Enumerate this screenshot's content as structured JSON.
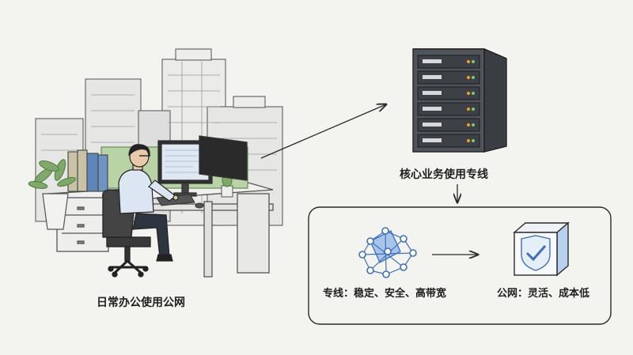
{
  "labels": {
    "office": "日常办公使用公网",
    "server": "核心业务使用专线",
    "dedicated_line": "专线：稳定、安全、高带宽",
    "public_network": "公网：灵活、成本低"
  },
  "icons": [
    "office-worker-icon",
    "city-buildings-icon",
    "server-rack-icon",
    "network-mesh-icon",
    "shield-check-icon"
  ],
  "colors": {
    "ink": "#2a2a2a",
    "server": "#4f545b",
    "accent_blue": "#5b8fd4",
    "partition_green": "#b9d3a6",
    "background": "#f3f3f0"
  }
}
